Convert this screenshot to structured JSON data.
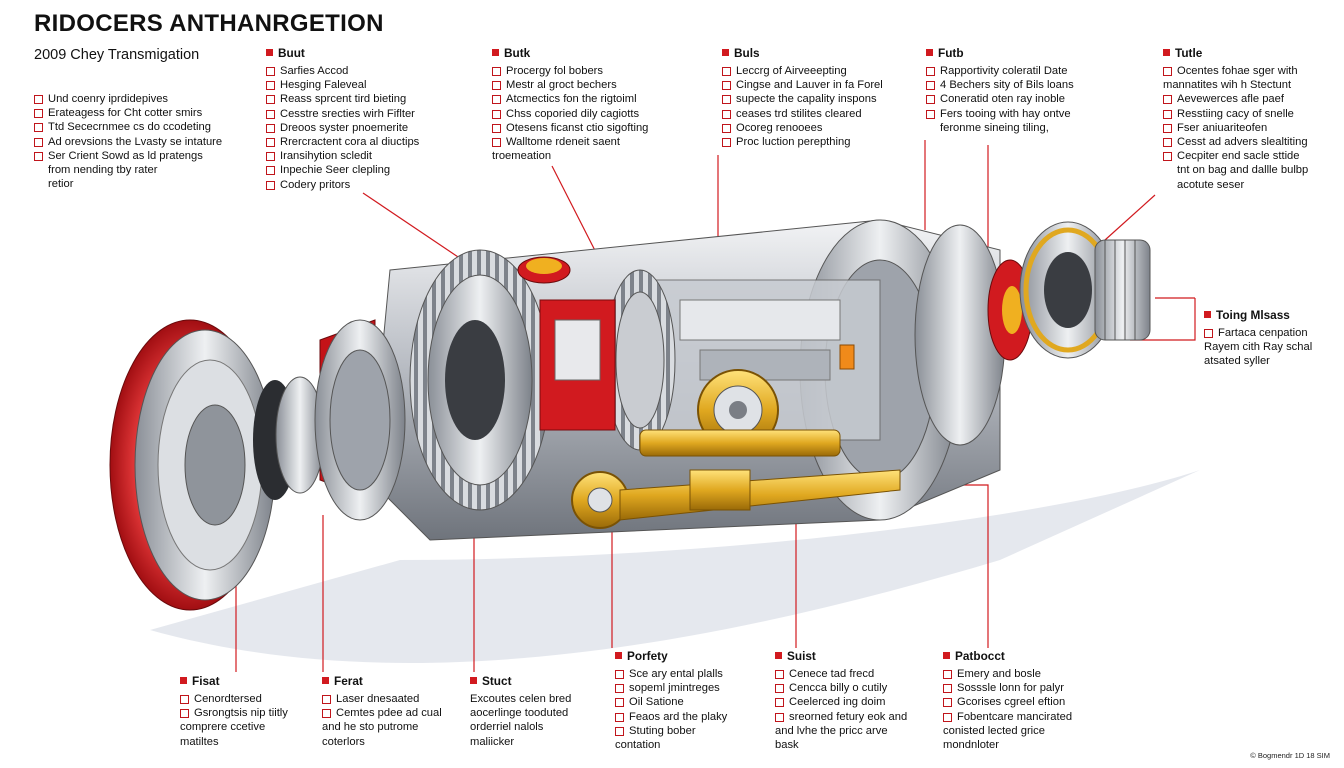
{
  "title": "RIDOCERS ANTHANRGETION",
  "subtitle": "2009 Chey Transmigation",
  "intro": [
    "Und coenry iprdidepives",
    "Erateagess for Cht cotter smirs",
    "Ttd Sececrnmee cs do ccodeting",
    "Ad orevsions the Lvasty se intature",
    "Ser Crient Sowd as ld pratengs",
    "from nending tby rater",
    "retior"
  ],
  "top_blocks": [
    {
      "heading": "Buut",
      "items": [
        "Sarfies Accod",
        "Hesging Faleveal",
        "Reass sprcent tird bieting",
        "Cesstre srecties wirh Fiflter",
        "Dreoos syster pnoemerite",
        "Rrercractent cora al diuctips",
        "Iransihytion scledit",
        "Inpechie Seer clepling",
        "Codery pritors"
      ]
    },
    {
      "heading": "Butk",
      "items": [
        "Procergy fol bobers",
        "Mestr al groct bechers",
        "Atcmectics fon the rigtoiml",
        "Chss coporied dily cagiotts",
        "Otesens ficanst ctio sigofting",
        "Walltome rdeneit saent",
        "troemeation"
      ]
    },
    {
      "heading": "Buls",
      "items": [
        "Leccrg of Airveeepting",
        "Cingse and Lauver in fa Forel",
        "supecte the capality inspons",
        "ceases trd stilites cleared",
        "Ocoreg renooees",
        "Proc luction perepthing"
      ]
    },
    {
      "heading": "Futb",
      "items": [
        "Rapportivity coleratil Date",
        "4 Bechers sity of Bils loans",
        "Coneratid oten ray inoble",
        "Fers tooing with hay ontve",
        "feronme sineing tiling,"
      ]
    },
    {
      "heading": "Tutle",
      "items": [
        "Ocentes fohae sger with",
        "mannatites wih h Stectunt",
        "Aevewerces afle paef",
        "Resstiing cacy of snelle",
        "Fser aniuariteofen",
        "Cesst ad advers slealtiting",
        "Cecpiter end sacle sttide",
        "tnt on bag and dallle bulbp",
        "acotute seser"
      ]
    }
  ],
  "right_block": {
    "heading": "Toing Mlsass",
    "items": [
      "Fartaca cenpation",
      "Rayem cith Ray schal",
      "atsated syller"
    ]
  },
  "bottom_blocks": [
    {
      "heading": "Fisat",
      "items": [
        "Cenordtersed",
        "Gsrongtsis nip tiitly",
        "comprere ccetive",
        "matiltes"
      ]
    },
    {
      "heading": "Ferat",
      "items": [
        "Laser dnesaated",
        "Cemtes pdee ad cual",
        "and he sto putrome",
        "coterlors"
      ]
    },
    {
      "heading": "Stuct",
      "items": [
        "Excoutes celen bred",
        "aocerlinge tooduted",
        "orderriel nalols",
        "maliicker"
      ]
    },
    {
      "heading": "Porfety",
      "items": [
        "Sce ary ental plalls",
        "sopeml jmintreges",
        "Oil Satione",
        "Feaos ard the plaky",
        "Stuting bober",
        "contation"
      ]
    },
    {
      "heading": "Suist",
      "items": [
        "Cenece tad frecd",
        "Cencca billy o cutily",
        "Ceelerced ing doim",
        "sreorned fetury eok and",
        "and lvhe the pricc arve",
        "bask"
      ]
    },
    {
      "heading": "Patbocct",
      "items": [
        "Emery and bosle",
        "Sosssle lonn for palyr",
        "Gcorises cgreel eftion",
        "Fobentcare mancirated",
        "conisted lected grice",
        "mondnloter"
      ]
    }
  ],
  "footer": "© Bogmendr 1D 18 SIM",
  "colors": {
    "accent": "#d11a1f",
    "gold": "#e0a820",
    "steel": "#b8bcc4"
  }
}
